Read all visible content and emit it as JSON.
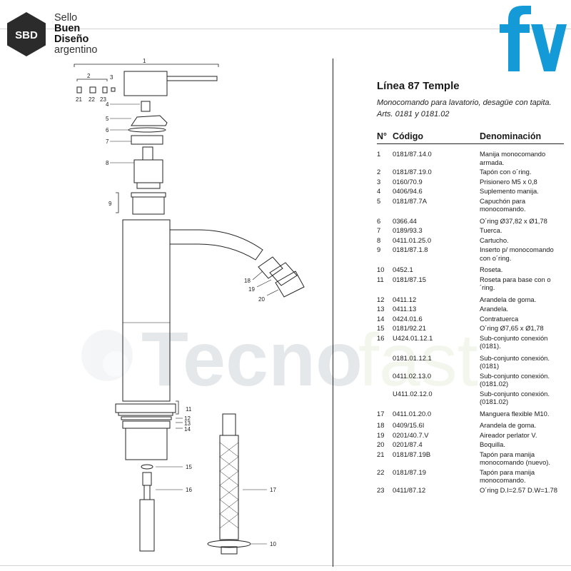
{
  "brand": {
    "seal_abbr": "SBD",
    "seal_lines": [
      "Sello",
      "Buen",
      "Diseño",
      "argentino"
    ],
    "maker_logo": "fv"
  },
  "watermark": {
    "text_bold": "Tecno",
    "text_light": "fast"
  },
  "doc": {
    "title": "Línea 87 Temple",
    "subtitle": "Monocomando para lavatorio, desagüe con tapita.",
    "articles": "Arts. 0181 y 0181.02"
  },
  "table": {
    "headers": {
      "num": "N°",
      "code": "Código",
      "name": "Denominación"
    },
    "rows": [
      {
        "n": "1",
        "code": "0181/87.14.0",
        "name": "Manija monocomando armada."
      },
      {
        "n": "2",
        "code": "0181/87.19.0",
        "name": "Tapón con o´ring."
      },
      {
        "n": "3",
        "code": "0160/70.9",
        "name": "Prisionero M5 x 0,8"
      },
      {
        "n": "4",
        "code": "0406/94.6",
        "name": "Suplemento manija."
      },
      {
        "n": "5",
        "code": "0181/87.7A",
        "name": "Capuchón para monocomando."
      },
      {
        "n": "6",
        "code": "0366.44",
        "name": "O´ring Ø37,82 x Ø1,78"
      },
      {
        "n": "7",
        "code": "0189/93.3",
        "name": "Tuerca."
      },
      {
        "n": "8",
        "code": "0411.01.25.0",
        "name": "Cartucho."
      },
      {
        "n": "9",
        "code": "0181/87.1.8",
        "name": "Inserto p/ monocomando con o´ring."
      },
      {
        "n": "10",
        "code": "0452.1",
        "name": "Roseta."
      },
      {
        "n": "11",
        "code": "0181/87.15",
        "name": "Roseta para base con o´ring."
      },
      {
        "n": "12",
        "code": "0411.12",
        "name": "Arandela de goma."
      },
      {
        "n": "13",
        "code": "0411.13",
        "name": "Arandela."
      },
      {
        "n": "14",
        "code": "0424.01.6",
        "name": "Contratuerca"
      },
      {
        "n": "15",
        "code": "0181/92.21",
        "name": "O´ring Ø7,65 x Ø1,78"
      },
      {
        "n": "16",
        "code": "U424.01.12.1",
        "name": "Sub-conjunto conexión (0181)."
      },
      {
        "n": "",
        "code": "0181.01.12.1",
        "name": "Sub-conjunto conexión. (0181)"
      },
      {
        "n": "",
        "code": "0411.02.13.0",
        "name": "Sub-conjunto conexión. (0181.02)"
      },
      {
        "n": "",
        "code": "U411.02.12.0",
        "name": "Sub-conjunto conexión. (0181.02)"
      },
      {
        "n": "17",
        "code": "0411.01.20.0",
        "name": "Manguera flexible M10."
      },
      {
        "n": "18",
        "code": "0409/15.6I",
        "name": "Arandela de goma."
      },
      {
        "n": "19",
        "code": "0201/40.7.V",
        "name": "Aireador perlator V."
      },
      {
        "n": "20",
        "code": "0201/87.4",
        "name": "Boquilla."
      },
      {
        "n": "21",
        "code": "0181/87.19B",
        "name": "Tapón para manija monocomando (nuevo)."
      },
      {
        "n": "22",
        "code": "0181/87.19",
        "name": "Tapón para manija monocomando."
      },
      {
        "n": "23",
        "code": "0411/87.12",
        "name": "O´ring D.I=2.57 D.W=1.78"
      }
    ]
  },
  "callouts": [
    "1",
    "2",
    "3",
    "21",
    "22",
    "23",
    "4",
    "5",
    "6",
    "7",
    "8",
    "9",
    "18",
    "19",
    "20",
    "11",
    "12",
    "13",
    "14",
    "15",
    "16",
    "17",
    "10"
  ]
}
